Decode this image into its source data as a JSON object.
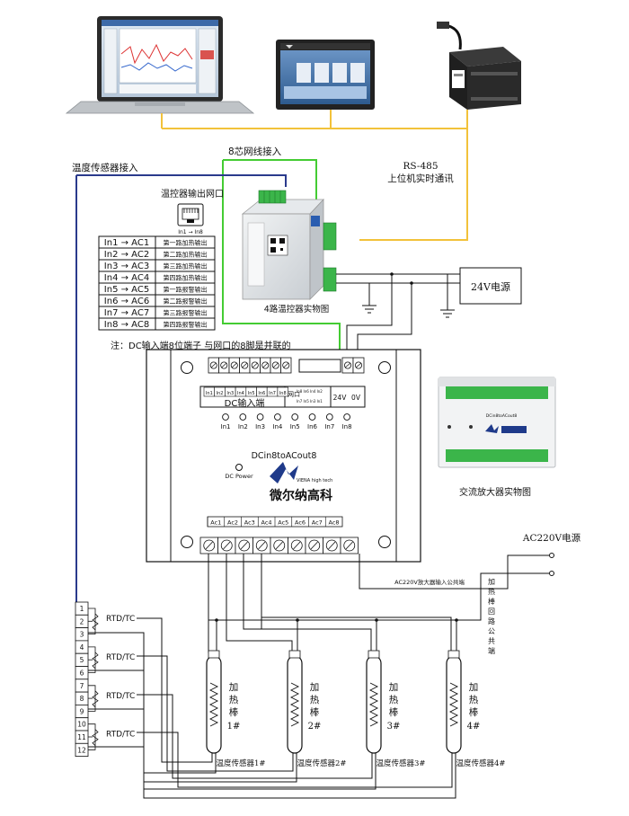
{
  "labels": {
    "temp_sensor_in": "温度传感器接入",
    "cable_8core": "8芯网线接入",
    "rs485": "RS-485",
    "realtime_comm": "上位机实时通讯",
    "controller_port": "温控器输出网口",
    "rj45_caption": "In1 → In8",
    "power_24v": "24V电源",
    "controller_photo": "4路温控器实物图",
    "note": "注：DC输入端8位端子 与网口的8脚是并联的",
    "dc_input": "DC输入端",
    "net_port": "网口",
    "net_pins_top": "In8 In6 In4 In2",
    "net_pins_bottom": "In7 In5 In3 In1",
    "v24": "24V",
    "v0": "0V",
    "model": "DCin8toACout8",
    "dc_power": "DC Power",
    "brand_en": "VIENA high tech",
    "brand_cn": "微尔纳高科",
    "amp_photo": "交流放大器实物图",
    "ac220": "AC220V电源",
    "amp_common": "AC220V放大器输入公共端",
    "heater_common": "加热棒回路公共端",
    "rtd": "RTD/TC",
    "amp_model_small": "DCin8toACout8"
  },
  "mapping": [
    {
      "in": "In1",
      "out": "AC1",
      "desc": "第一路加热输出"
    },
    {
      "in": "In2",
      "out": "AC2",
      "desc": "第二路加热输出"
    },
    {
      "in": "In3",
      "out": "AC3",
      "desc": "第三路加热输出"
    },
    {
      "in": "In4",
      "out": "AC4",
      "desc": "第四路加热输出"
    },
    {
      "in": "In5",
      "out": "AC5",
      "desc": "第一路报警输出"
    },
    {
      "in": "In6",
      "out": "AC6",
      "desc": "第二路报警输出"
    },
    {
      "in": "In7",
      "out": "AC7",
      "desc": "第三路报警输出"
    },
    {
      "in": "In8",
      "out": "AC8",
      "desc": "第四路报警输出"
    }
  ],
  "dc_terminals": [
    "In1",
    "In2",
    "In3",
    "In4",
    "In5",
    "In6",
    "In7",
    "In8"
  ],
  "leds": [
    "In1",
    "In2",
    "In3",
    "In4",
    "In5",
    "In6",
    "In7",
    "In8"
  ],
  "ac_terminals": [
    "Ac1",
    "Ac2",
    "Ac3",
    "Ac4",
    "Ac5",
    "Ac6",
    "Ac7",
    "Ac8"
  ],
  "sensor_terminals": [
    "1",
    "2",
    "3",
    "4",
    "5",
    "6",
    "7",
    "8",
    "9",
    "10",
    "11",
    "12"
  ],
  "heaters": [
    {
      "chars": [
        "加",
        "热",
        "棒"
      ],
      "num": "1#",
      "sensor": "温度传感器1#"
    },
    {
      "chars": [
        "加",
        "热",
        "棒"
      ],
      "num": "2#",
      "sensor": "温度传感器2#"
    },
    {
      "chars": [
        "加",
        "热",
        "棒"
      ],
      "num": "3#",
      "sensor": "温度传感器3#"
    },
    {
      "chars": [
        "加",
        "热",
        "棒"
      ],
      "num": "4#",
      "sensor": "温度传感器4#"
    }
  ],
  "colors": {
    "green_wire": "#44cc33",
    "yellow_wire": "#f2c23a",
    "blue_wire": "#2a3a8c",
    "board_fill": "#ffffff",
    "device_grey": "#d9dde0",
    "terminal_green": "#3bb54a"
  }
}
